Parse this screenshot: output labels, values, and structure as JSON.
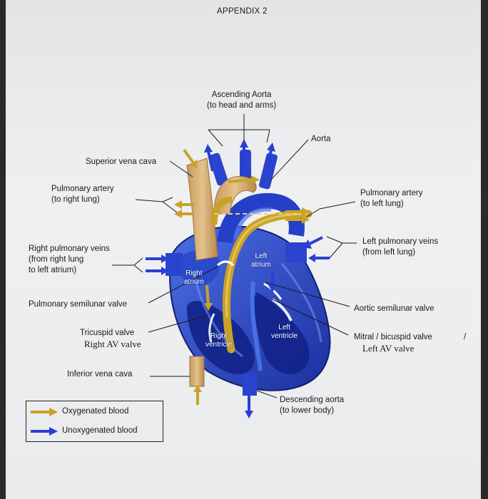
{
  "title": "APPENDIX 2",
  "labels": {
    "ascending_aorta": [
      "Ascending Aorta",
      "(to head and arms)"
    ],
    "aorta": "Aorta",
    "superior_vena_cava": "Superior vena cava",
    "pulmonary_artery_right": [
      "Pulmonary artery",
      "(to right lung)"
    ],
    "pulmonary_artery_left": [
      "Pulmonary artery",
      "(to left lung)"
    ],
    "left_pulmonary_veins": [
      "Left pulmonary veins",
      "(from left lung)"
    ],
    "right_pulmonary_veins": [
      "Right pulmonary veins",
      "(from right lung",
      "to left atrium)"
    ],
    "pulmonary_semilunar_valve": "Pulmonary semilunar valve",
    "aortic_semilunar_valve": "Aortic semilunar valve",
    "tricuspid_valve": "Tricuspid valve",
    "right_av_valve": "Right AV valve",
    "mitral_valve": "Mitral / bicuspid valve",
    "mitral_slash": "/",
    "left_av_valve": "Left AV valve",
    "inferior_vena_cava": "Inferior vena cava",
    "descending_aorta": [
      "Descending aorta",
      "(to lower body)"
    ]
  },
  "heart_labels": {
    "left_atrium": [
      "Left",
      "atrium"
    ],
    "right_atrium": [
      "Right",
      "atrium"
    ],
    "right_ventricle": [
      "Right",
      "ventricle"
    ],
    "left_ventricle": [
      "Left",
      "ventricle"
    ]
  },
  "legend": {
    "oxygenated": "Oxygenated blood",
    "unoxygenated": "Unoxygenated blood"
  },
  "colors": {
    "oxygenated": "#c9a227",
    "unoxygenated": "#2b3fd0",
    "heart_dark": "#1a2a9a",
    "heart_light": "#3f63e0",
    "aorta_tan": "#d9b07a"
  }
}
